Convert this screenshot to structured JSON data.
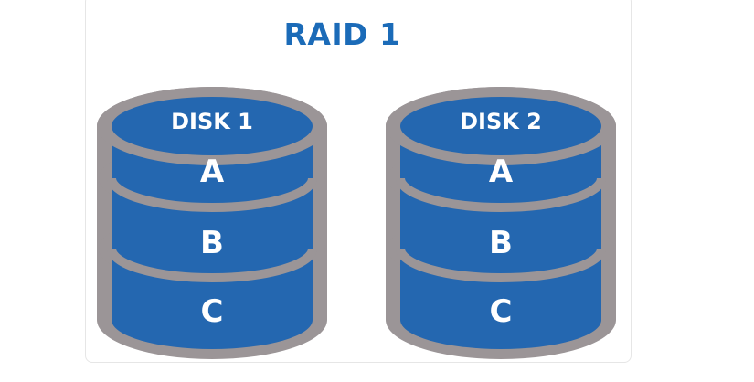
{
  "title": "RAID 1",
  "colors": {
    "title": "#1b6bb8",
    "disk_fill": "#2467b0",
    "disk_rim": "#9b9597",
    "label": "#ffffff"
  },
  "disks": [
    {
      "name": "DISK 1",
      "blocks": [
        "A",
        "B",
        "C"
      ]
    },
    {
      "name": "DISK 2",
      "blocks": [
        "A",
        "B",
        "C"
      ]
    }
  ]
}
